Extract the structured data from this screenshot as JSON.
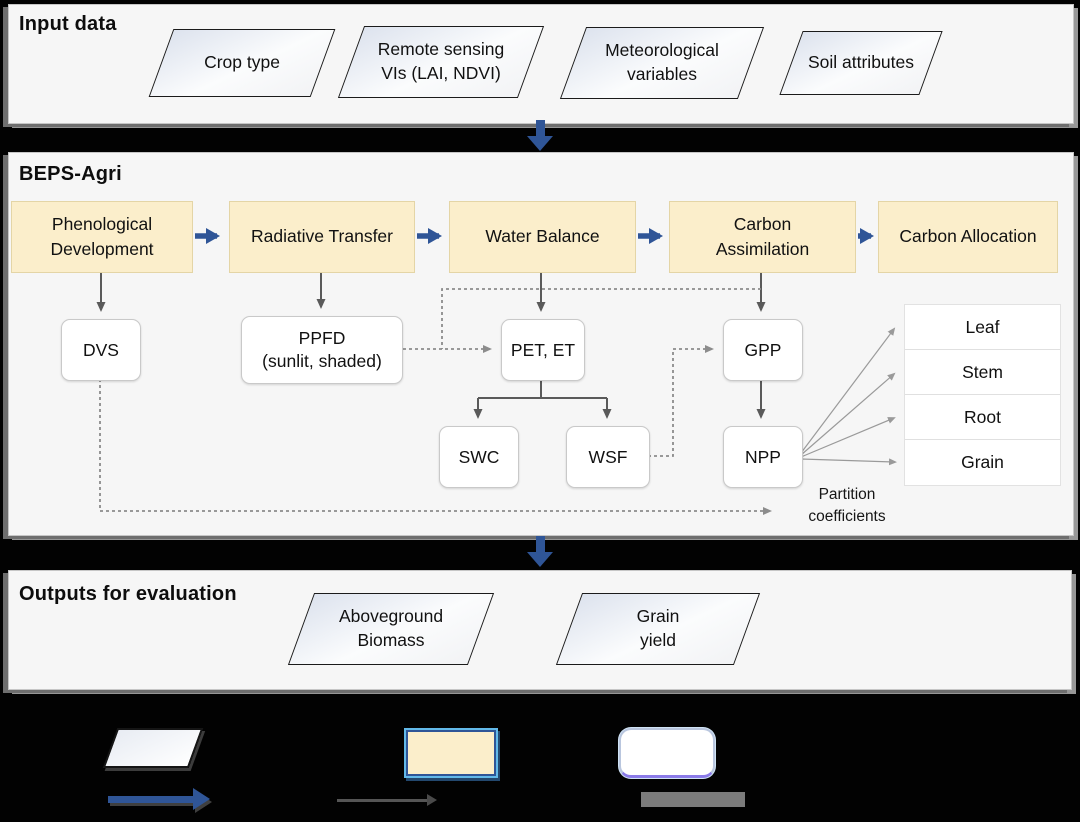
{
  "colors": {
    "accent_blue": "#2F5597",
    "module_fill": "#FBEECB",
    "module_border": "#E4D5A6",
    "panel_bg": "#F6F6F6",
    "solid_arrow_gray": "#5A5A5A",
    "dashed_arrow_gray": "#8C8C8C",
    "canvas_bg": "#020202"
  },
  "input_panel": {
    "title": "Input data",
    "items": [
      {
        "lines": [
          "Crop type"
        ]
      },
      {
        "lines": [
          "Remote sensing",
          "VIs (LAI, NDVI)"
        ]
      },
      {
        "lines": [
          "Meteorological",
          "variables"
        ]
      },
      {
        "lines": [
          "Soil attributes"
        ]
      }
    ]
  },
  "beps_panel": {
    "title": "BEPS-Agri",
    "modules": [
      {
        "lines": [
          "Phenological",
          "Development"
        ]
      },
      {
        "lines": [
          "Radiative Transfer"
        ]
      },
      {
        "lines": [
          "Water Balance"
        ]
      },
      {
        "lines": [
          "Carbon",
          "Assimilation"
        ]
      },
      {
        "lines": [
          "Carbon Allocation"
        ]
      }
    ],
    "nodes": {
      "dvs": "DVS",
      "ppfd": [
        "PPFD",
        "(sunlit, shaded)"
      ],
      "pet": "PET, ET",
      "swc": "SWC",
      "wsf": "WSF",
      "gpp": "GPP",
      "npp": "NPP"
    },
    "pools": [
      "Leaf",
      "Stem",
      "Root",
      "Grain"
    ],
    "annotation": {
      "lines": [
        "Partition",
        "coefficients"
      ]
    }
  },
  "outputs_panel": {
    "title": "Outputs for evaluation",
    "items": [
      {
        "lines": [
          "Aboveground",
          "Biomass"
        ]
      },
      {
        "lines": [
          "Grain",
          "yield"
        ]
      }
    ]
  }
}
